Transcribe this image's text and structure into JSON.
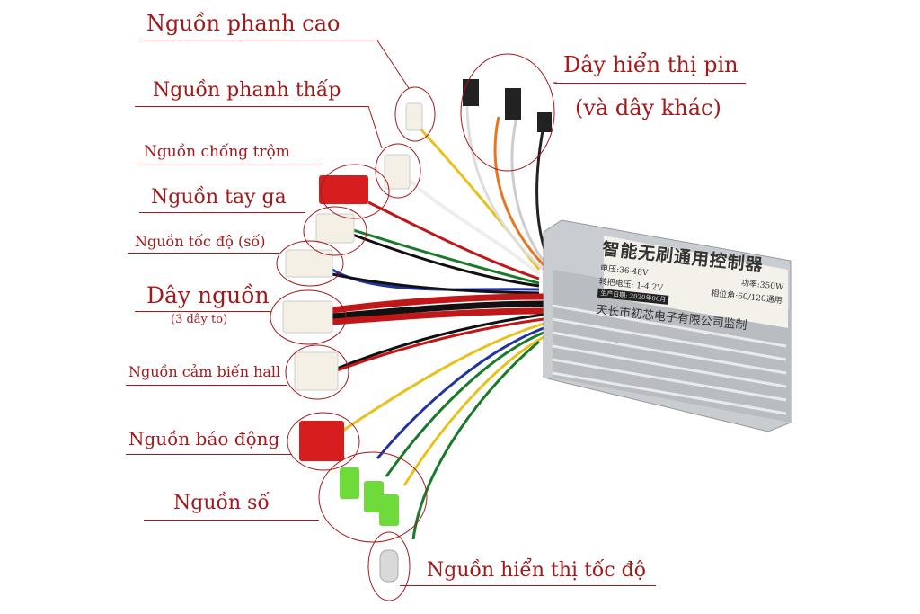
{
  "labels": {
    "brake_high": "Nguồn  phanh cao",
    "brake_low": "Nguồn  phanh thấp",
    "anti_theft": "Nguồn chống trộm",
    "throttle": "Nguồn tay ga",
    "speed_gear": "Nguồn tốc độ (số)",
    "power_wire": "Dây nguồn",
    "power_wire_note": "(3 dây to)",
    "hall_sensor": "Nguồn cảm biến hall",
    "alarm": "Nguồn báo động",
    "gear": "Nguồn  số",
    "battery_display": "Dây hiển thị pin",
    "battery_display_note": "(và dây khác)",
    "speed_display": "Nguồn  hiển thị tốc độ"
  },
  "controller_plate": {
    "title": "智能无刷通用控制器",
    "voltage": "电压:36-48V",
    "power": "功率:350W",
    "undervoltage": "转把电压: 1-4.2V",
    "phase_angle": "相位角:60/120通用",
    "production_date": "生产日期: 2020年06月",
    "maker": "天长市初芯电子有限公司监制"
  },
  "colors": {
    "label": "#a3191b",
    "housing": "#c9ccd0"
  }
}
